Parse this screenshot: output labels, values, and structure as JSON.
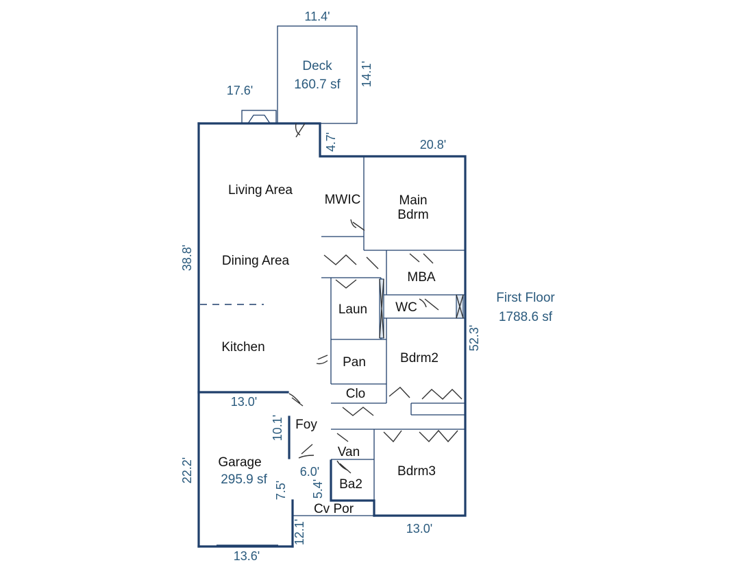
{
  "rooms": {
    "deck": "Deck",
    "deck_area": "160.7 sf",
    "living": "Living Area",
    "dining": "Dining Area",
    "kitchen": "Kitchen",
    "mwic": "MWIC",
    "main_bdrm_1": "Main",
    "main_bdrm_2": "Bdrm",
    "mba": "MBA",
    "wc": "WC",
    "laun": "Laun",
    "pan": "Pan",
    "bdrm2": "Bdrm2",
    "clo": "Clo",
    "foy": "Foy",
    "van": "Van",
    "ba2": "Ba2",
    "bdrm3": "Bdrm3",
    "garage": "Garage",
    "garage_area": "295.9 sf",
    "cv_por": "Cv Por"
  },
  "floor": {
    "name": "First Floor",
    "area": "1788.6 sf"
  },
  "dimensions": {
    "deck_width": "11.4'",
    "deck_depth": "14.1'",
    "living_top": "17.6'",
    "deck_step": "4.7'",
    "bedroom_wing_top": "20.8'",
    "living_height": "38.8'",
    "house_depth": "52.3'",
    "garage_top": "13.0'",
    "foyer_width": "10.1'",
    "garage_depth": "22.2'",
    "foyer_step": "6.0'",
    "garage_side": "7.5'",
    "bath_width": "5.4'",
    "bdrm3_bottom": "13.0'",
    "porch_depth": "12.1'",
    "garage_door": "13.6'"
  }
}
